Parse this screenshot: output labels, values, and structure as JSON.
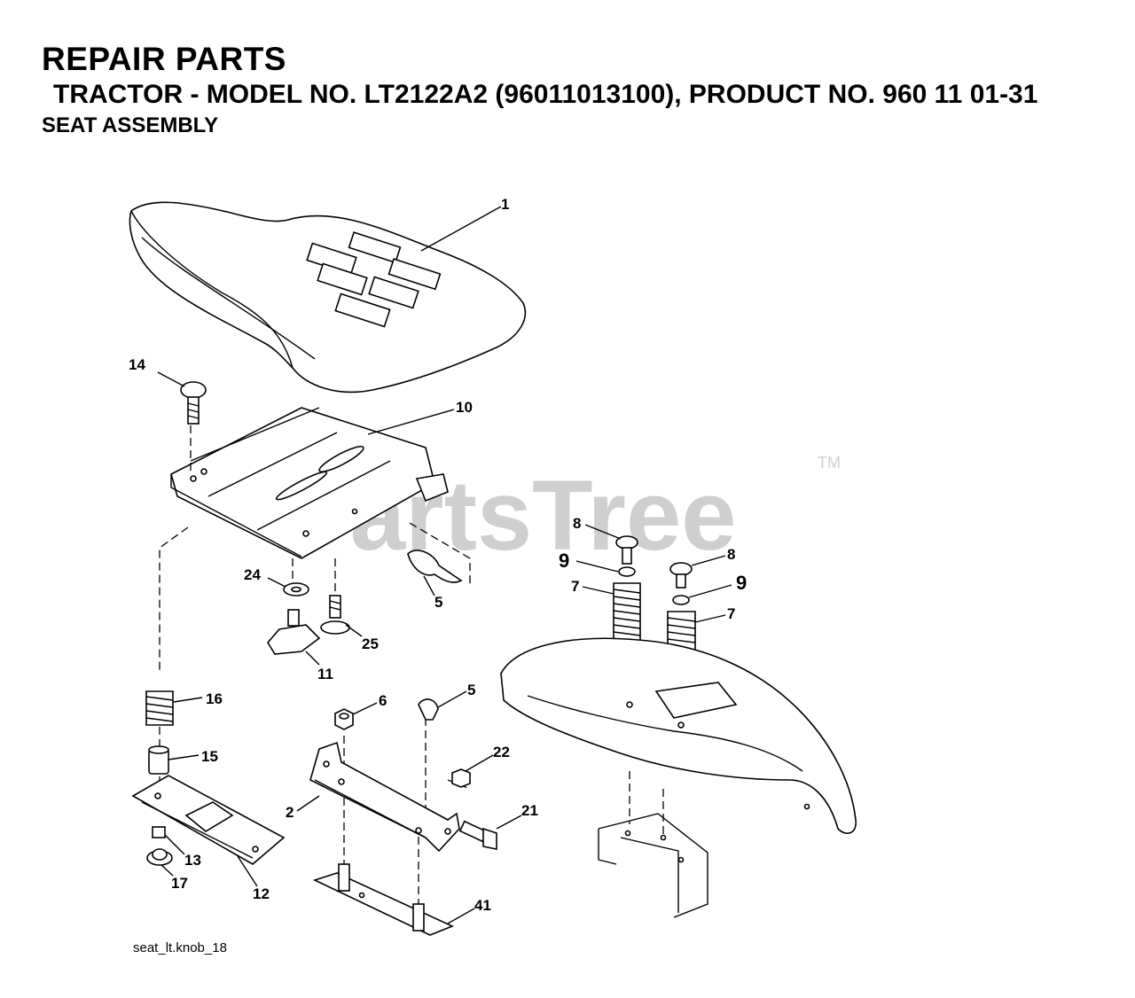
{
  "header": {
    "title": "REPAIR PARTS",
    "subtitle": "TRACTOR - MODEL NO. LT2122A2 (96011013100),  PRODUCT NO. 960 11 01-31",
    "section": "SEAT ASSEMBLY"
  },
  "watermark": {
    "text": "PartsTree",
    "tm": "TM"
  },
  "caption": "seat_lt.knob_18",
  "callouts": {
    "c1": "1",
    "c2": "2",
    "c5a": "5",
    "c5b": "5",
    "c6": "6",
    "c7a": "7",
    "c7b": "7",
    "c8a": "8",
    "c8b": "8",
    "c9a": "9",
    "c9b": "9",
    "c10": "10",
    "c11": "11",
    "c12": "12",
    "c13": "13",
    "c14": "14",
    "c15": "15",
    "c16": "16",
    "c17": "17",
    "c21": "21",
    "c22": "22",
    "c24": "24",
    "c25": "25",
    "c41": "41"
  }
}
